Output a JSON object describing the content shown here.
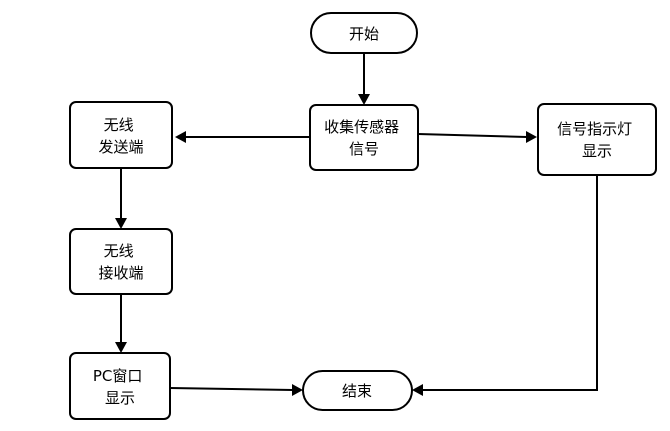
{
  "colors": {
    "stroke": "#000000",
    "fill": "#ffffff",
    "text": "#000000"
  },
  "nodes": {
    "start": {
      "lines": [
        "开始"
      ]
    },
    "collect": {
      "lines": [
        "收集传感器",
        "信号"
      ]
    },
    "led": {
      "lines": [
        "信号指示灯",
        "显示"
      ]
    },
    "wireless_tx": {
      "lines": [
        "无线",
        "发送端"
      ]
    },
    "wireless_rx": {
      "lines": [
        "无线",
        "接收端"
      ]
    },
    "pc": {
      "lines": [
        "PC窗口",
        "显示"
      ]
    },
    "end": {
      "lines": [
        "结束"
      ]
    }
  }
}
